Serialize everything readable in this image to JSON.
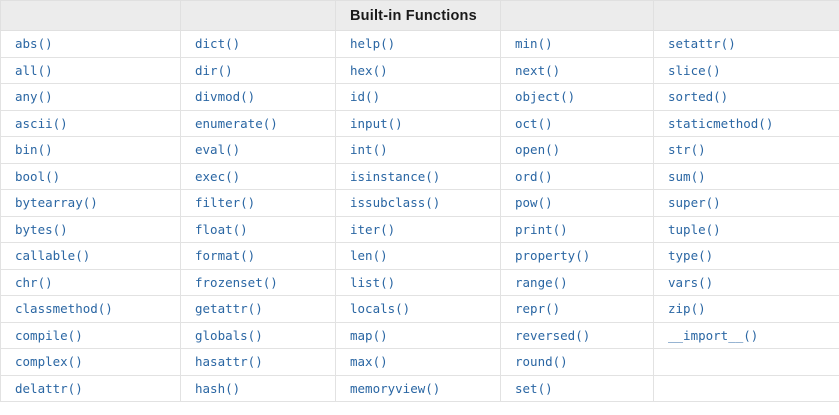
{
  "table": {
    "title": "Built-in Functions",
    "title_column_index": 2,
    "column_count": 5,
    "row_count": 14,
    "text_color": "#2a66a3",
    "header_background": "#ececec",
    "border_color": "#e2e2e2",
    "header_cells": [
      "",
      "",
      "Built-in Functions",
      "",
      ""
    ],
    "rows": [
      [
        "abs()",
        "dict()",
        "help()",
        "min()",
        "setattr()"
      ],
      [
        "all()",
        "dir()",
        "hex()",
        "next()",
        "slice()"
      ],
      [
        "any()",
        "divmod()",
        "id()",
        "object()",
        "sorted()"
      ],
      [
        "ascii()",
        "enumerate()",
        "input()",
        "oct()",
        "staticmethod()"
      ],
      [
        "bin()",
        "eval()",
        "int()",
        "open()",
        "str()"
      ],
      [
        "bool()",
        "exec()",
        "isinstance()",
        "ord()",
        "sum()"
      ],
      [
        "bytearray()",
        "filter()",
        "issubclass()",
        "pow()",
        "super()"
      ],
      [
        "bytes()",
        "float()",
        "iter()",
        "print()",
        "tuple()"
      ],
      [
        "callable()",
        "format()",
        "len()",
        "property()",
        "type()"
      ],
      [
        "chr()",
        "frozenset()",
        "list()",
        "range()",
        "vars()"
      ],
      [
        "classmethod()",
        "getattr()",
        "locals()",
        "repr()",
        "zip()"
      ],
      [
        "compile()",
        "globals()",
        "map()",
        "reversed()",
        "__import__()"
      ],
      [
        "complex()",
        "hasattr()",
        "max()",
        "round()",
        ""
      ],
      [
        "delattr()",
        "hash()",
        "memoryview()",
        "set()",
        ""
      ]
    ]
  }
}
